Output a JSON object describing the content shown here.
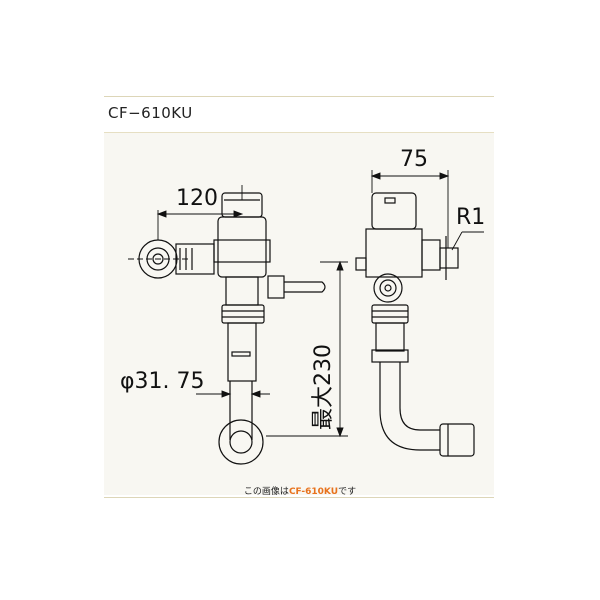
{
  "header": {
    "model_label": "CF−610KU"
  },
  "drawing": {
    "front_view": {
      "dim_width": "120",
      "dim_pipe_diameter": "φ31. 75",
      "dim_height_max": "最大230"
    },
    "side_view": {
      "dim_depth": "75",
      "dim_thread": "R1"
    }
  },
  "caption": {
    "prefix": "この画像は",
    "model": "CF-610KU",
    "suffix": "です"
  }
}
